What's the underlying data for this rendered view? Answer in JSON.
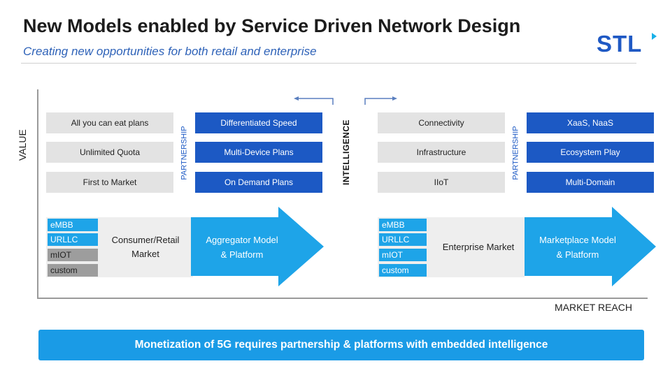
{
  "title": "New Models enabled by Service Driven Network Design",
  "subtitle": "Creating new opportunities for both retail and enterprise",
  "logo": "STL",
  "axis": {
    "y_label": "VALUE",
    "x_label": "MARKET REACH"
  },
  "left": {
    "gray_boxes": [
      "All you can eat plans",
      "Unlimited Quota",
      "First to Market"
    ],
    "partnership": "PARTNERSHIP",
    "blue_boxes": [
      "Differentiated Speed",
      "Multi-Device Plans",
      "On Demand Plans"
    ],
    "tags": [
      {
        "label": "eMBB",
        "style": "blue"
      },
      {
        "label": "URLLC",
        "style": "blue"
      },
      {
        "label": "mIOT",
        "style": "gray"
      },
      {
        "label": "custom",
        "style": "gray"
      }
    ],
    "market_line1": "Consumer/Retail",
    "market_line2": "Market",
    "arrow_line1": "Aggregator Model",
    "arrow_line2": "& Platform"
  },
  "intelligence": "INTELLIGENCE",
  "right": {
    "gray_boxes": [
      "Connectivity",
      "Infrastructure",
      "IIoT"
    ],
    "partnership": "PARTNERSHIP",
    "blue_boxes": [
      "XaaS, NaaS",
      "Ecosystem Play",
      "Multi-Domain"
    ],
    "tags": [
      {
        "label": "eMBB",
        "style": "blue"
      },
      {
        "label": "URLLC",
        "style": "blue"
      },
      {
        "label": "mIOT",
        "style": "blue"
      },
      {
        "label": "custom",
        "style": "blue"
      }
    ],
    "market": "Enterprise Market",
    "arrow_line1": "Marketplace Model",
    "arrow_line2": "& Platform"
  },
  "banner": "Monetization of 5G requires partnership & platforms with embedded intelligence",
  "colors": {
    "brand_blue": "#1c59c4",
    "light_blue": "#1ea4e8",
    "gray": "#e3e3e3"
  }
}
